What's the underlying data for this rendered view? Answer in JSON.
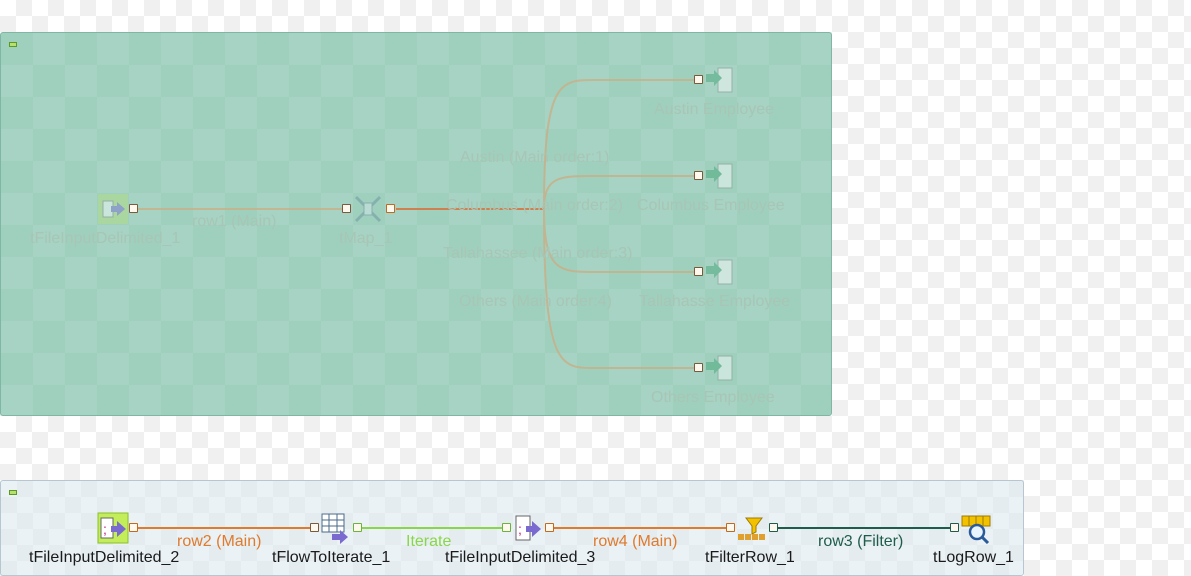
{
  "subjob1": {
    "components": {
      "input": "tFileInputDelimited_1",
      "map": "tMap_1",
      "out1": "Austin Employee",
      "out2": "Columbus Employee",
      "out3": "Tallahasse Employee",
      "out4": "Others Employee"
    },
    "links": {
      "row1": "row1 (Main)",
      "austin": "Austin (Main order:1)",
      "columbus": "Columbus (Main order:2)",
      "tallahassee": "Tallahassee (Main order:3)",
      "others": "Others (Main order:4)"
    }
  },
  "subjob2": {
    "components": {
      "input2": "tFileInputDelimited_2",
      "flow": "tFlowToIterate_1",
      "input3": "tFileInputDelimited_3",
      "filter": "tFilterRow_1",
      "log": "tLogRow_1"
    },
    "links": {
      "row2": "row2 (Main)",
      "iterate": "Iterate",
      "row4": "row4 (Main)",
      "row3": "row3 (Filter)"
    }
  },
  "icons": [
    "file-input-delimited-icon",
    "tmap-icon",
    "file-output-icon",
    "flow-to-iterate-icon",
    "filter-row-icon",
    "log-row-icon"
  ],
  "colors": {
    "main_link": "#e07a2c",
    "iterate_link": "#8ad64a",
    "filter_link": "#1f5d4a",
    "subjob1_bg": "#9fd0be",
    "subjob2_bg": "#eaf2f6"
  }
}
